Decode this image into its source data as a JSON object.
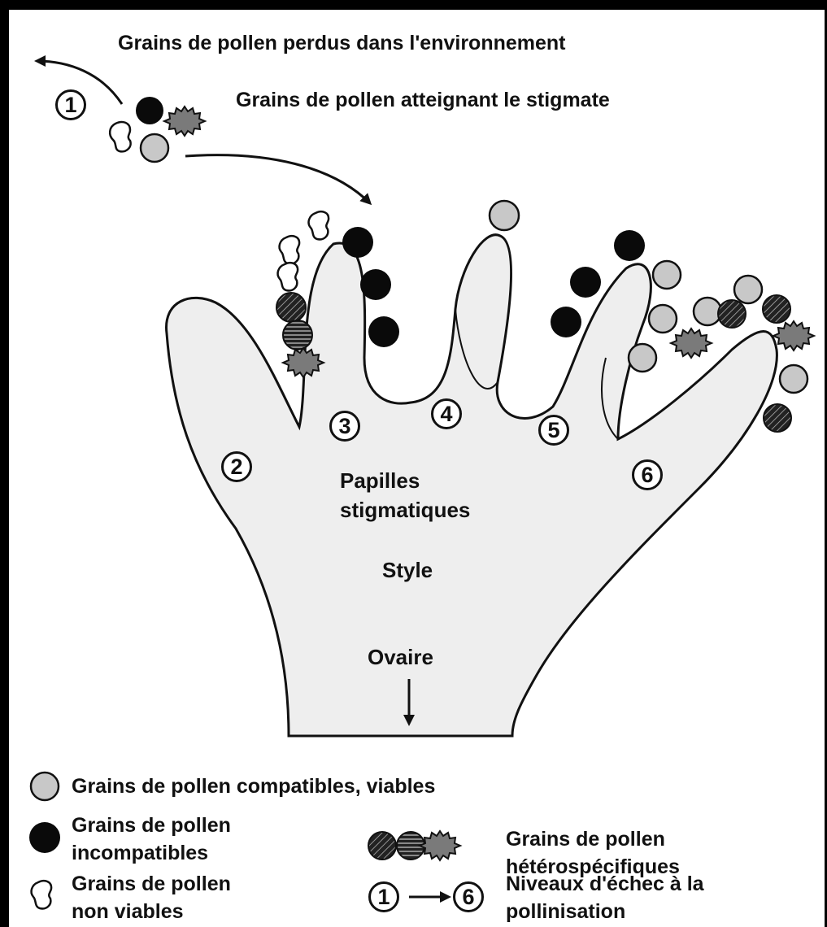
{
  "labels": {
    "lost": "Grains de pollen perdus dans l'environnement",
    "reaching": "Grains de pollen atteignant le stigmate",
    "papilles": "Papilles\nstigmatiques",
    "style": "Style",
    "ovaire": "Ovaire"
  },
  "levels": [
    "1",
    "2",
    "3",
    "4",
    "5",
    "6"
  ],
  "legend": {
    "compatible": "Grains de pollen compatibles, viables",
    "incompatible": "Grains de pollen\nincompatibles",
    "nonviable": "Grains de pollen\nnon viables",
    "heterospecific": "Grains de pollen\nhétérospécifiques",
    "range_from": "1",
    "range_to": "6",
    "failure": "Niveaux d'échec à la\npollinisation"
  },
  "colors": {
    "compatible": "#c8c8c8",
    "incompatible": "#0a0a0a",
    "heterospecific": "#7a7a7a",
    "stigma_fill": "#eeeeee",
    "outline": "#111111"
  }
}
